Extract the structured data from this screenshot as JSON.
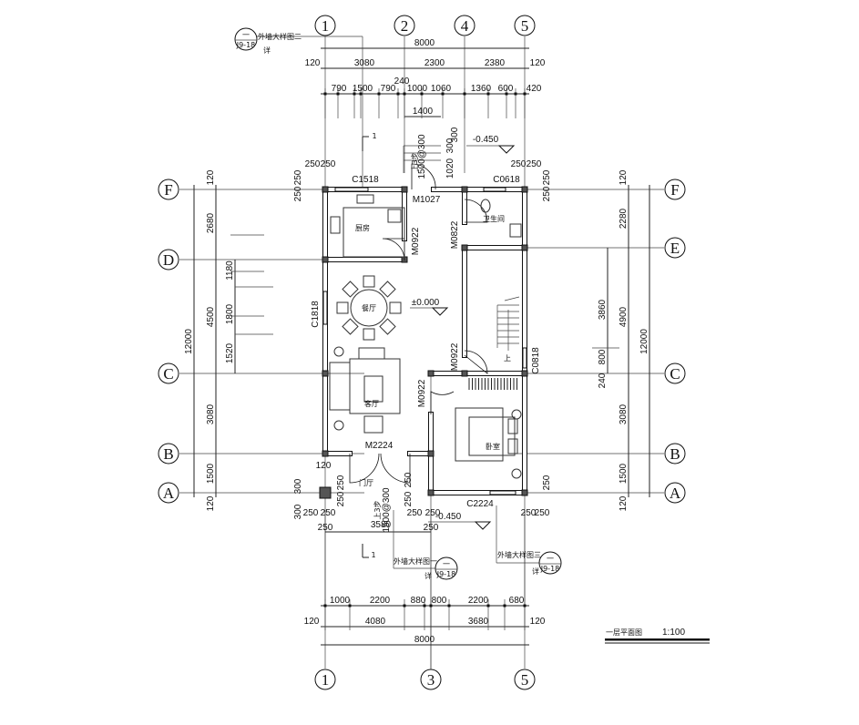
{
  "title": {
    "name": "一层平面图",
    "scale": "1:100"
  },
  "axes": {
    "top": [
      "1",
      "2",
      "4",
      "5"
    ],
    "bottom": [
      "1",
      "3",
      "5"
    ],
    "left": [
      "F",
      "D",
      "C",
      "B",
      "A"
    ],
    "right": [
      "F",
      "E",
      "C",
      "B",
      "A"
    ]
  },
  "rooms": {
    "kitchen": "厨房",
    "bathroom": "卫生间",
    "dining": "餐厅",
    "living": "客厅",
    "bedroom": "卧室",
    "foyer": "门厅"
  },
  "openings": {
    "c1518": "C1518",
    "m1027": "M1027",
    "m0922_kitchen": "M0922",
    "m0822": "M0822",
    "c0618": "C0618",
    "c1818": "C1818",
    "m0922_stair": "M0922",
    "c0818": "C0818",
    "m0922_bedroom": "M0922",
    "m2224": "M2224",
    "c2224": "C2224"
  },
  "levels": {
    "floor": "±0.000",
    "top_outside": "-0.450",
    "bottom_outside": "-0.450"
  },
  "stair_up": "上",
  "details": {
    "d2": {
      "text": "外墙大样图二",
      "ref": "详",
      "num": "一",
      "sheet": "J9-18"
    },
    "d1": {
      "text": "外墙大样图一",
      "ref": "详",
      "num": "一",
      "sheet": "J9-18"
    },
    "d3": {
      "text": "外墙大样图三",
      "ref": "详",
      "num": "一",
      "sheet": "J9-18"
    }
  },
  "section_mark": "1",
  "dims": {
    "top_total": "8000",
    "top_axes": [
      "120",
      "3080",
      "2300",
      "2380",
      "120"
    ],
    "top_240": "240",
    "top_detail": [
      "790",
      "1500",
      "790",
      "1000",
      "1060",
      "1360",
      "600",
      "420"
    ],
    "top_1400": "1400",
    "top_steps": [
      "上3步",
      "1500@300",
      "1020",
      "300",
      "300"
    ],
    "top_wall": [
      "250",
      "250",
      "250",
      "250",
      "250",
      "250",
      "250",
      "250"
    ],
    "left_outer": [
      "120",
      "2680",
      "4500",
      "3080",
      "1500",
      "120"
    ],
    "left_total": "12000",
    "left_window": [
      "1180",
      "1800",
      "1520"
    ],
    "right_outer": [
      "120",
      "2280",
      "4900",
      "3080",
      "1500",
      "120"
    ],
    "right_total": "12000",
    "right_inner": [
      "3860",
      "800",
      "240"
    ],
    "bottom_detail": [
      "1000",
      "2200",
      "880",
      "800",
      "2200",
      "680"
    ],
    "bottom_axes": [
      "120",
      "4080",
      "3680",
      "120"
    ],
    "bottom_total": "8000",
    "porch": [
      "120",
      "300",
      "300",
      "250",
      "250",
      "250",
      "250",
      "3580",
      "250",
      "250",
      "250",
      "250",
      "250",
      "250",
      "250",
      "250",
      "250",
      "上3步",
      "1500@300"
    ]
  }
}
